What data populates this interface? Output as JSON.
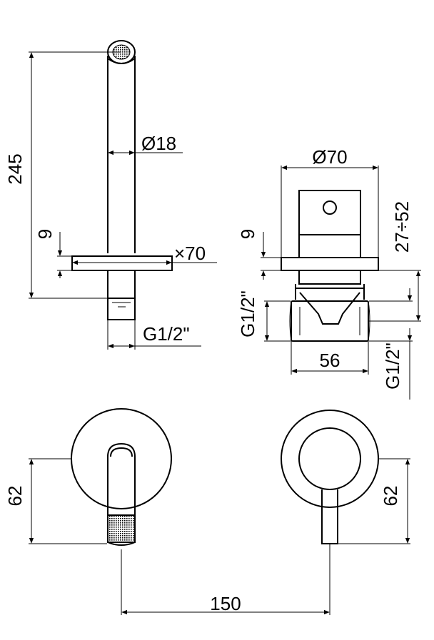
{
  "dimensions": {
    "spout_height": "245",
    "spout_diameter": "Ø18",
    "rosette_thickness_left": "9",
    "rosette_diameter_left": "×70",
    "connection_left": "G1/2\"",
    "body_diameter": "Ø70",
    "rosette_thickness_right": "9",
    "wall_depth_range": "27÷52",
    "inlet_left": "G1/2\"",
    "body_width": "56",
    "inlet_bottom": "G1/2\"",
    "front_height_left": "62",
    "front_height_right": "62",
    "center_distance": "150"
  }
}
